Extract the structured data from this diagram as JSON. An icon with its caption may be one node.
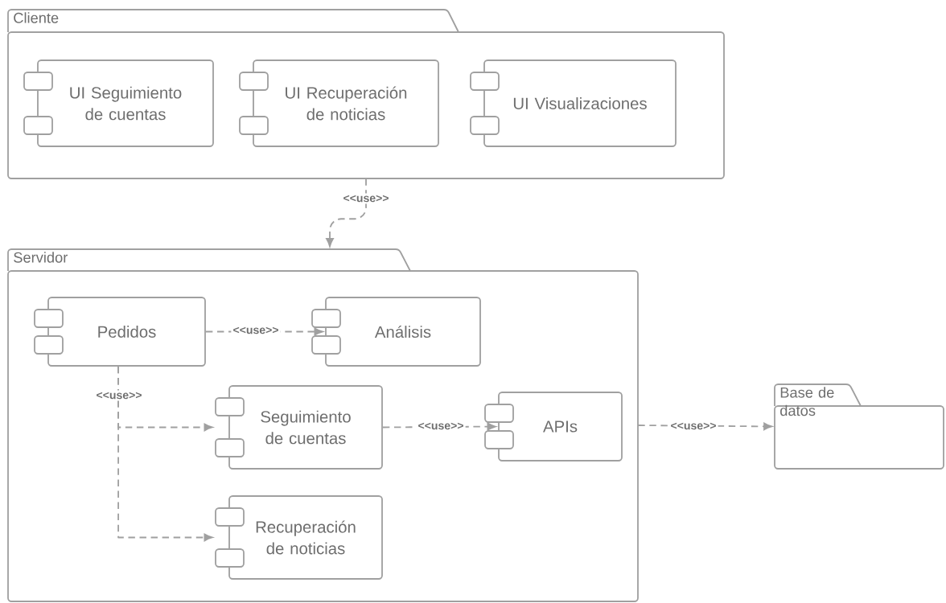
{
  "diagram": {
    "nodes": [
      {
        "text": [
          "Cliente"
        ]
      },
      {
        "text": [
          "UI Seguimiento de cuentas"
        ],
        "in": 0
      },
      {
        "text": [
          "UI Recuperación de noticias"
        ],
        "in": 0
      },
      {
        "text": [
          "UI Visualizaciones"
        ],
        "in": 0
      },
      {
        "text": [
          "Servidor"
        ]
      },
      {
        "text": [
          "Pedidos"
        ],
        "in": 4
      },
      {
        "text": [
          "Análisis"
        ],
        "in": 4
      },
      {
        "text": [
          "Seguimiento de cuentas"
        ],
        "in": 4
      },
      {
        "text": [
          "APIs"
        ],
        "in": 4
      },
      {
        "text": [
          "Recuperación de noticias"
        ],
        "in": 4
      },
      {
        "text": [
          "Base de datos"
        ]
      }
    ],
    "edges": [
      {
        "from": 0,
        "to": 4,
        "arrow": "to",
        "label": "<<use>>",
        "style": "dashed"
      },
      {
        "from": 5,
        "to": 6,
        "arrow": "to",
        "label": "<<use>>",
        "style": "dashed"
      },
      {
        "from": 5,
        "to": 7,
        "arrow": "to",
        "label": "<<use>>",
        "style": "dashed"
      },
      {
        "from": 5,
        "to": 9,
        "arrow": "to",
        "style": "dashed"
      },
      {
        "from": 7,
        "to": 8,
        "arrow": "to",
        "label": "<<use>>",
        "style": "dashed"
      },
      {
        "from": 4,
        "to": 10,
        "arrow": "to",
        "label": "<<use>>",
        "style": "dashed"
      }
    ]
  }
}
